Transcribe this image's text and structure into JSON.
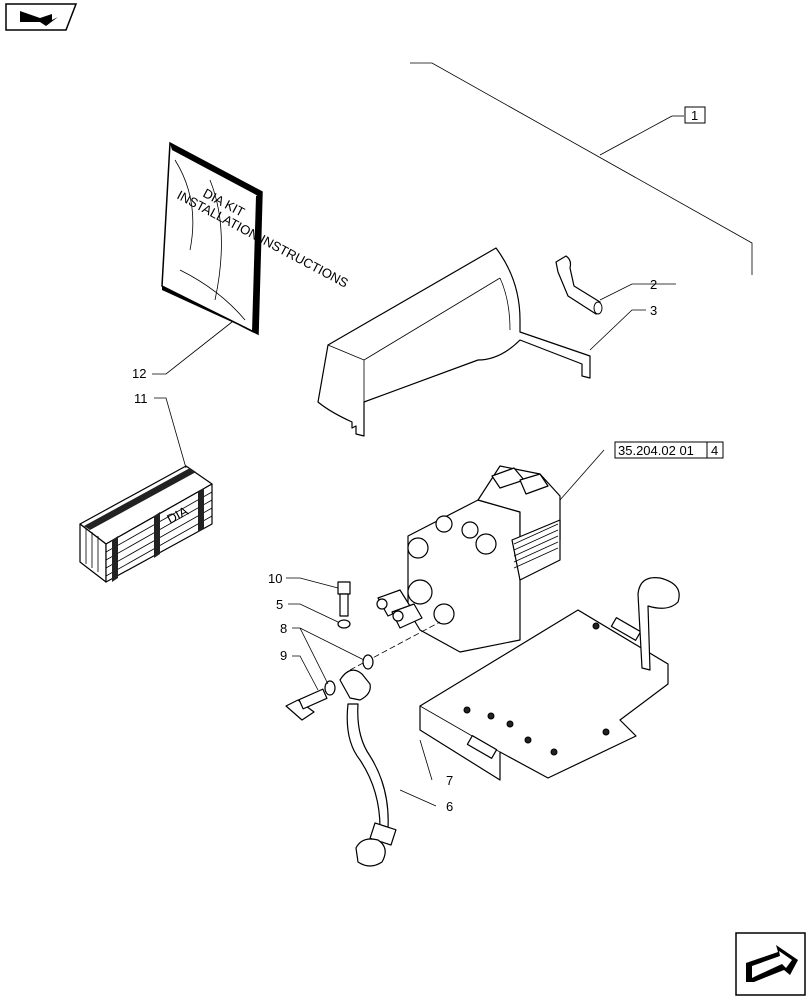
{
  "callouts": [
    {
      "id": "1",
      "text": "1"
    },
    {
      "id": "2",
      "text": "2"
    },
    {
      "id": "3",
      "text": "3"
    },
    {
      "id": "ref",
      "text": "35.204.02 01"
    },
    {
      "id": "4",
      "text": "4"
    },
    {
      "id": "5",
      "text": "5"
    },
    {
      "id": "6",
      "text": "6"
    },
    {
      "id": "7",
      "text": "7"
    },
    {
      "id": "8",
      "text": "8"
    },
    {
      "id": "9",
      "text": "9"
    },
    {
      "id": "10",
      "text": "10"
    },
    {
      "id": "11",
      "text": "11"
    },
    {
      "id": "12",
      "text": "12"
    }
  ],
  "manual": {
    "line1": "DIA KIT",
    "line2": "INSTALLATION INSTRUCTIONS"
  },
  "crate": {
    "text": "DIA"
  },
  "icons": {
    "top_left": "open-book-arrow-icon",
    "bottom_right": "next-page-arrow-icon"
  }
}
